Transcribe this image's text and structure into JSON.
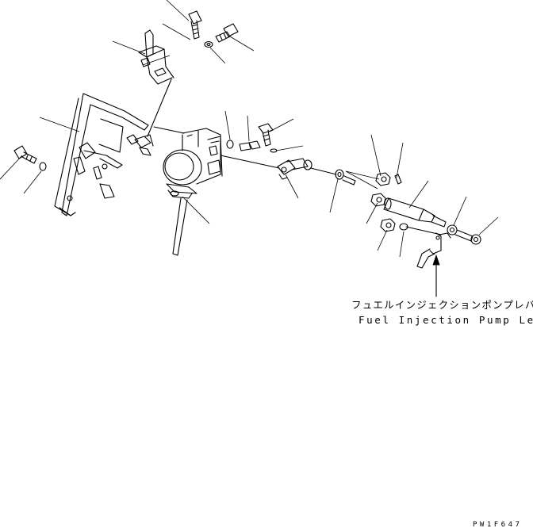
{
  "diagram": {
    "callout_label_jp": "フュエルインジェクションポンプレバー",
    "callout_label_en": "Fuel Injection Pump Lever",
    "drawing_code": "PW1F647"
  },
  "colors": {
    "line": "#000000",
    "background": "#ffffff"
  }
}
